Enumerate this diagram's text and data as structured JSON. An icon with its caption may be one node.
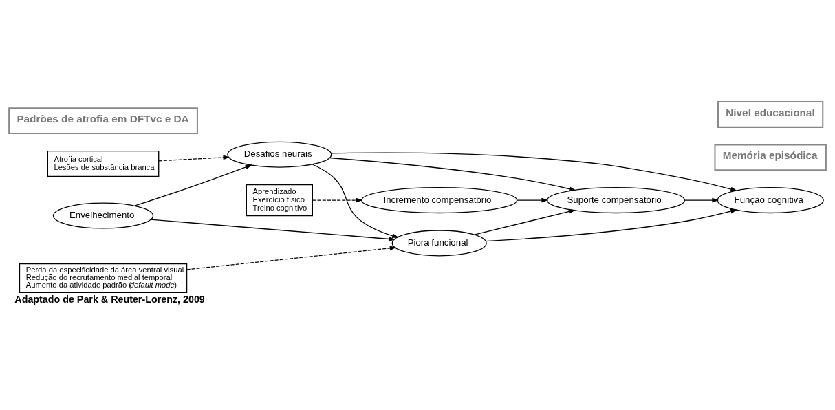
{
  "diagram": {
    "caption": "Adaptado de Park & Reuter-Lorenz, 2009",
    "nodes": [
      {
        "text": [
          "Padrões de atrofia em DFTvc e DA"
        ]
      },
      {
        "text": [
          "Atrofia cortical",
          "Lesões de substância branca"
        ]
      },
      {
        "text": [
          "Desafios neurais"
        ]
      },
      {
        "text": [
          "Envelhecimento"
        ]
      },
      {
        "text": [
          "Perda da especificidade da área ventral visual",
          "Redução do recrutamento medial temporal",
          "Aumento da atividade padrão (*default mode*)"
        ]
      },
      {
        "text": [
          "Piora funcional"
        ]
      },
      {
        "text": [
          "Memória episódica"
        ]
      },
      {
        "text": [
          "Suporte compensatório"
        ]
      },
      {
        "text": [
          "Função cognitiva"
        ]
      },
      {
        "text": [
          "Incremento compensatório"
        ]
      },
      {
        "text": [
          "Aprendizado",
          "Exercício físico",
          "Treino cognitivo"
        ]
      },
      {
        "text": [
          "Nível educacional"
        ]
      }
    ],
    "edges": [
      {
        "from": 1,
        "to": 2,
        "arrow": "to",
        "style": "dashed"
      },
      {
        "from": 3,
        "to": 2,
        "arrow": "to"
      },
      {
        "from": 3,
        "to": 5,
        "arrow": "to"
      },
      {
        "from": 2,
        "to": 5,
        "arrow": "to"
      },
      {
        "from": 2,
        "to": 7,
        "arrow": "to"
      },
      {
        "from": 2,
        "to": 8,
        "arrow": "to"
      },
      {
        "from": 4,
        "to": 5,
        "arrow": "to",
        "style": "dashed"
      },
      {
        "from": 5,
        "to": 7,
        "arrow": "to"
      },
      {
        "from": 7,
        "to": 8,
        "arrow": "to"
      },
      {
        "from": 9,
        "to": 7,
        "arrow": "to"
      },
      {
        "from": 10,
        "to": 9,
        "arrow": "to",
        "style": "dashed"
      },
      {
        "from": 5,
        "to": 8,
        "arrow": "to"
      }
    ]
  }
}
